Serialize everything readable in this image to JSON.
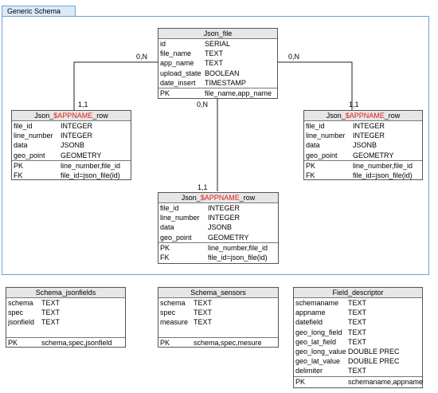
{
  "frame": {
    "tab_label": "Generic Schema"
  },
  "tables": {
    "json_file": {
      "title": "Json_file",
      "rows": [
        [
          "id",
          "SERIAL"
        ],
        [
          "file_name",
          "TEXT"
        ],
        [
          "app_name",
          "TEXT"
        ],
        [
          "upload_state",
          "BOOLEAN"
        ],
        [
          "date_insert",
          "TIMESTAMP"
        ]
      ],
      "key_rows": [
        [
          "PK",
          "file_name,app_name"
        ]
      ]
    },
    "json_row_left": {
      "title_pre": "Json_",
      "title_var": "$APPNAME",
      "title_post": "_row",
      "rows": [
        [
          "file_id",
          "INTEGER"
        ],
        [
          "line_number",
          "INTEGER"
        ],
        [
          "data",
          "JSONB"
        ],
        [
          "geo_point",
          "GEOMETRY"
        ]
      ],
      "key_rows": [
        [
          "PK",
          "line_number,file_id"
        ],
        [
          "FK",
          "file_id=json_file(id)"
        ]
      ]
    },
    "json_row_right": {
      "title_pre": "Json_",
      "title_var": "$APPNAME",
      "title_post": "_row",
      "rows": [
        [
          "file_id",
          "INTEGER"
        ],
        [
          "line_number",
          "INTEGER"
        ],
        [
          "data",
          "JSONB"
        ],
        [
          "geo_point",
          "GEOMETRY"
        ]
      ],
      "key_rows": [
        [
          "PK",
          "line_number,file_id"
        ],
        [
          "FK",
          "file_id=json_file(id)"
        ]
      ]
    },
    "json_row_center": {
      "title_pre": "Json_",
      "title_var": "$APPNAME",
      "title_post": "_row",
      "rows": [
        [
          "file_id",
          "INTEGER"
        ],
        [
          "line_number",
          "INTEGER"
        ],
        [
          "data",
          "JSONB"
        ],
        [
          "geo_point",
          "GEOMETRY"
        ]
      ],
      "key_rows": [
        [
          "PK",
          "line_number,file_id"
        ],
        [
          "FK",
          "file_id=json_file(id)"
        ]
      ]
    },
    "schema_jsonfields": {
      "title": "Schema_jsonfields",
      "rows": [
        [
          "schema",
          "TEXT"
        ],
        [
          "spec",
          "TEXT"
        ],
        [
          "jsonfield",
          "TEXT"
        ],
        [
          "",
          ""
        ]
      ],
      "key_rows": [
        [
          "PK",
          "schema,spec,jsonfield"
        ]
      ]
    },
    "schema_sensors": {
      "title": "Schema_sensors",
      "rows": [
        [
          "schema",
          "TEXT"
        ],
        [
          "spec",
          "TEXT"
        ],
        [
          "measure",
          "TEXT"
        ],
        [
          "",
          ""
        ]
      ],
      "key_rows": [
        [
          "PK",
          "schema,spec,mesure"
        ]
      ]
    },
    "field_descriptor": {
      "title": "Field_descriptor",
      "rows": [
        [
          "schemaname",
          "TEXT"
        ],
        [
          "appname",
          "TEXT"
        ],
        [
          "datefield",
          "TEXT"
        ],
        [
          "geo_long_field",
          "TEXT"
        ],
        [
          "geo_lat_field",
          "TEXT"
        ],
        [
          "geo_long_value",
          "DOUBLE PREC"
        ],
        [
          "geo_lat_value",
          "DOUBLE PREC"
        ],
        [
          "delimiter",
          "TEXT"
        ]
      ],
      "key_rows": [
        [
          "PK",
          "schemaname,appname"
        ]
      ]
    }
  },
  "relations": {
    "left_source": "0,N",
    "left_target": "1,1",
    "right_source": "0,N",
    "right_target": "1,1",
    "center_source": "0,N",
    "center_target": "1,1"
  },
  "colors": {
    "frame_border": "#6fa0d8",
    "header_bg": "#e6e6e6",
    "appname_text": "#e0201b"
  }
}
